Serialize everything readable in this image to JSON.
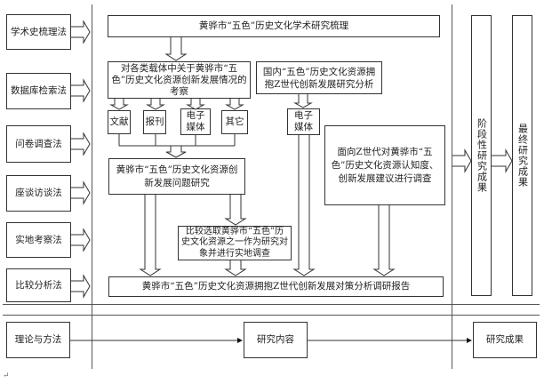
{
  "methods": [
    "学术史梳理法",
    "数据库检索法",
    "问卷调查法",
    "座谈访谈法",
    "实地考察法",
    "比较分析法"
  ],
  "content": {
    "top_title": "黄骅市“五色”历史文化学术研究梳理",
    "carrier_review": "对各类载体中关于黄骅市“五色”历史文化资源创新发展情况的考察",
    "domestic_analysis": "国内“五色”历史文化资源拥抱Z世代创新发展研究分析",
    "carriers": [
      "文献",
      "报刊",
      "电子媒体",
      "其它"
    ],
    "domestic_carrier": "电子媒体",
    "survey": "面向Z世代对黄骅市“五色”历史文化资源认知度、创新发展建议进行调查",
    "problem_study": "黄骅市“五色”历史文化资源创新发展问题研究",
    "comparison": "比较选取黄骅市“五色”历史文化资源之一作为研究对象并进行实地调查",
    "final_report": "黄骅市“五色”历史文化资源拥抱Z世代创新发展对策分析调研报告"
  },
  "results": {
    "stage": "阶段性研究成果",
    "final": "最终研究成果"
  },
  "legend": {
    "theory": "理论与方法",
    "content": "研究内容",
    "outcome": "研究成果"
  },
  "paragraph_mark": "↵"
}
